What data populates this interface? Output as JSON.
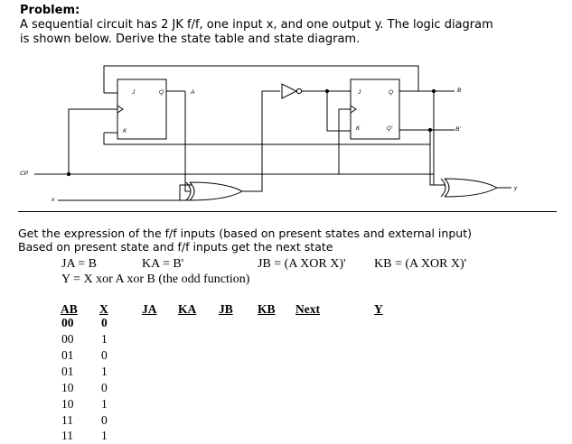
{
  "problem": {
    "heading": "Problem:",
    "line1": "A sequential circuit has 2 JK f/f, one input x, and one output y.  The logic diagram",
    "line2": "is shown below.  Derive the state table and state diagram."
  },
  "diagram": {
    "ff1": {
      "j": "J",
      "q": "Q",
      "k": "K",
      "out": "A"
    },
    "ff2": {
      "j": "J",
      "q": "Q",
      "k": "K",
      "qbar": "Q'",
      "out_q": "B",
      "out_qbar": "B'"
    },
    "inputs": {
      "clock": "CP",
      "x": "x"
    },
    "output": "y"
  },
  "notes": {
    "line1": "Get the expression of the f/f inputs (based on present states and external input)",
    "line2": "Based on present state and f/f inputs get the next state"
  },
  "equations": {
    "ja": "JA = B",
    "ka": "KA = B'",
    "jb": "JB = (A XOR X)'",
    "kb": "KB = (A XOR X)'",
    "y": "Y = X xor A xor B (the odd function)"
  },
  "table": {
    "headers": {
      "ab": "AB",
      "x": "X",
      "ja": "JA",
      "ka": "KA",
      "jb": "JB",
      "kb": "KB",
      "next": "Next",
      "y": "Y"
    },
    "rows": [
      {
        "ab": "00",
        "x": "0"
      },
      {
        "ab": "00",
        "x": "1"
      },
      {
        "ab": "01",
        "x": "0"
      },
      {
        "ab": "01",
        "x": "1"
      },
      {
        "ab": "10",
        "x": "0"
      },
      {
        "ab": "10",
        "x": "1"
      },
      {
        "ab": "11",
        "x": "0"
      },
      {
        "ab": "11",
        "x": "1"
      }
    ]
  }
}
